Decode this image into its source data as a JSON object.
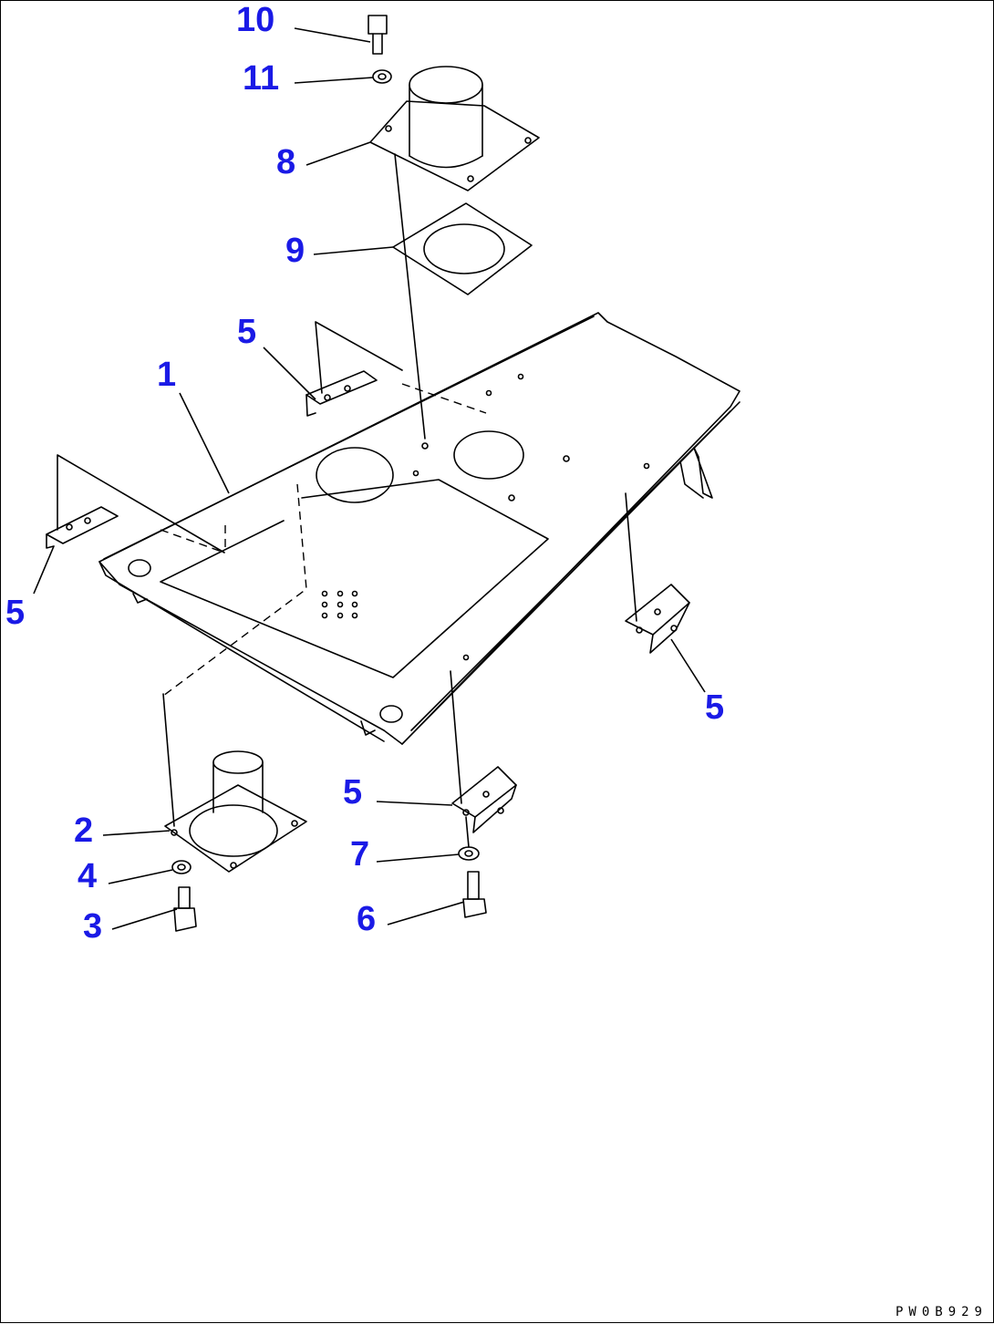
{
  "drawing_code": "PW0B929",
  "callouts": {
    "c1": "1",
    "c2": "2",
    "c3": "3",
    "c4": "4",
    "c5a": "5",
    "c5b": "5",
    "c5c": "5",
    "c5d": "5",
    "c6": "6",
    "c7": "7",
    "c8": "8",
    "c9": "9",
    "c10": "10",
    "c11": "11"
  },
  "colors": {
    "callout": "#1a1ae6",
    "line": "#000000"
  }
}
